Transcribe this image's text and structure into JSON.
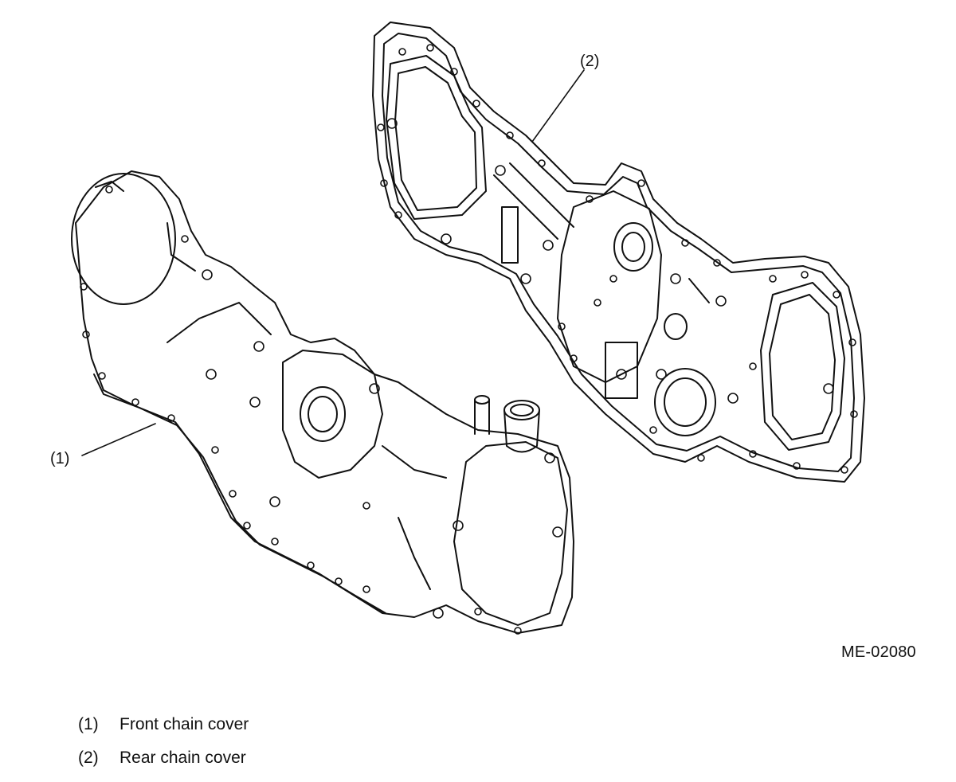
{
  "callouts": [
    {
      "id": "(1)"
    },
    {
      "id": "(2)"
    }
  ],
  "figure_code": "ME-02080",
  "legend": [
    {
      "num": "(1)",
      "label": "Front chain cover"
    },
    {
      "num": "(2)",
      "label": "Rear chain cover"
    }
  ],
  "colors": {
    "line": "#111111",
    "background": "#ffffff"
  }
}
